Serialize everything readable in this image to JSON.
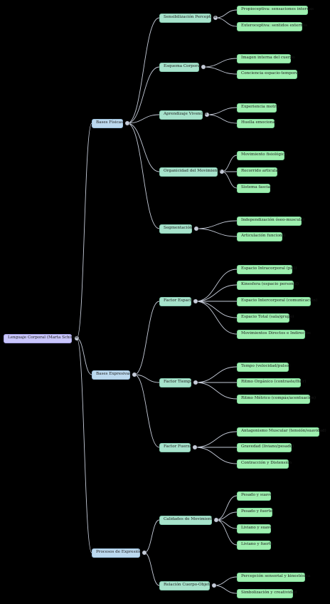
{
  "root": {
    "label": "Lenguaje Corporal (Marta Schinca)",
    "children": [
      {
        "label": "Bases Físicas",
        "children": [
          {
            "label": "Sensibilización Perceptiva",
            "children": [
              {
                "label": "Propioceptiva: sensaciones internas"
              },
              {
                "label": "Exteroceptiva: sentidos externos"
              }
            ]
          },
          {
            "label": "Esquema Corporal",
            "children": [
              {
                "label": "Imagen interna del cuerpo"
              },
              {
                "label": "Conciencia espacio-temporal"
              }
            ]
          },
          {
            "label": "Aprendizaje Vivencial",
            "children": [
              {
                "label": "Experiencia motriz"
              },
              {
                "label": "Huella emocional"
              }
            ]
          },
          {
            "label": "Organicidad del Movimiento",
            "children": [
              {
                "label": "Movimiento fisiológico"
              },
              {
                "label": "Recorrido articular"
              },
              {
                "label": "Sistema fascial"
              }
            ]
          },
          {
            "label": "Segmentación",
            "children": [
              {
                "label": "Independización óseo-muscular"
              },
              {
                "label": "Articulación funcional"
              }
            ]
          }
        ]
      },
      {
        "label": "Bases Expresivas",
        "children": [
          {
            "label": "Factor Espacio",
            "children": [
              {
                "label": "Espacio Intracorporal (piel)"
              },
              {
                "label": "Kinesfera (espacio personal)"
              },
              {
                "label": "Espacio Intercorporal (comunicación)"
              },
              {
                "label": "Espacio Total (sala/grupo)"
              },
              {
                "label": "Movimientos Directos e Indirectos"
              }
            ]
          },
          {
            "label": "Factor Tiempo",
            "children": [
              {
                "label": "Tempo (velocidad/pulso)"
              },
              {
                "label": "Ritmo Orgánico (contraste/fluir)"
              },
              {
                "label": "Ritmo Métrico (compás/acentuación)"
              }
            ]
          },
          {
            "label": "Factor Fuerza",
            "children": [
              {
                "label": "Antagonismo Muscular (tensión/suavidad)"
              },
              {
                "label": "Gravedad (liviano/pesado)"
              },
              {
                "label": "Contracción y Distensión"
              }
            ]
          }
        ]
      },
      {
        "label": "Procesos de Expresión",
        "children": [
          {
            "label": "Calidades de Movimiento",
            "children": [
              {
                "label": "Pesado y suave"
              },
              {
                "label": "Pesado y fuerte"
              },
              {
                "label": "Liviano y suave"
              },
              {
                "label": "Liviano y fuerte"
              }
            ]
          },
          {
            "label": "Relación Cuerpo-Objeto",
            "children": [
              {
                "label": "Percepción sensorial y kinestésica"
              },
              {
                "label": "Simbolización y creatividad"
              }
            ]
          }
        ]
      }
    ]
  }
}
